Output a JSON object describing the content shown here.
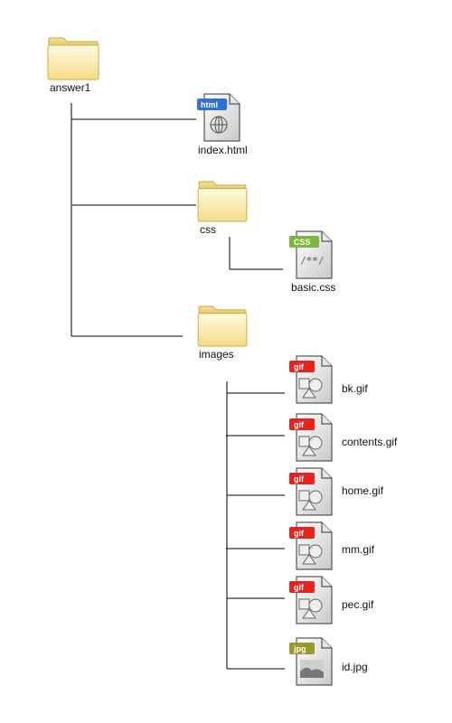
{
  "root": {
    "label": "answer1"
  },
  "children": [
    {
      "type": "file",
      "label": "index.html",
      "badge": "html",
      "badge_color": "#2f6fde"
    },
    {
      "type": "folder",
      "label": "css",
      "children": [
        {
          "type": "file",
          "label": "basic.css",
          "badge": "CSS",
          "badge_color": "#79b73a"
        }
      ]
    },
    {
      "type": "folder",
      "label": "images",
      "children": [
        {
          "type": "file",
          "label": "bk.gif",
          "badge": "gif",
          "badge_color": "#e8231e"
        },
        {
          "type": "file",
          "label": "contents.gif",
          "badge": "gif",
          "badge_color": "#e8231e"
        },
        {
          "type": "file",
          "label": "home.gif",
          "badge": "gif",
          "badge_color": "#e8231e"
        },
        {
          "type": "file",
          "label": "mm.gif",
          "badge": "gif",
          "badge_color": "#e8231e"
        },
        {
          "type": "file",
          "label": "pec.gif",
          "badge": "gif",
          "badge_color": "#e8231e"
        },
        {
          "type": "file",
          "label": "id.jpg",
          "badge": "jpg",
          "badge_color": "#9a9a2a"
        }
      ]
    }
  ]
}
